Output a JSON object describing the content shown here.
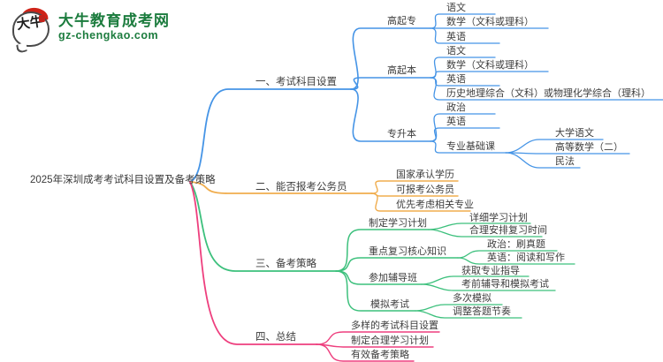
{
  "logo": {
    "icon_text": "大牛",
    "site_name": "大牛教育成考网",
    "site_url": "gz-chengkao.com"
  },
  "colors": {
    "branch_blue": "#4594e6",
    "branch_orange": "#f0ad4e",
    "branch_green": "#3cc07c",
    "branch_pink": "#ee3f7e",
    "brand_green": "#1c7c3e",
    "node_text": "#3d3d3d"
  },
  "mindmap": {
    "root": "2025年深圳成考考试科目设置及备考策略",
    "branches": [
      {
        "label": "一、考试科目设置",
        "children": [
          {
            "label": "高起专",
            "children": [
              {
                "label": "语文"
              },
              {
                "label": "数学（文科或理科）"
              },
              {
                "label": "英语"
              }
            ]
          },
          {
            "label": "高起本",
            "children": [
              {
                "label": "语文"
              },
              {
                "label": "数学（文科或理科）"
              },
              {
                "label": "英语"
              },
              {
                "label": "历史地理综合（文科）或物理化学综合（理科）"
              }
            ]
          },
          {
            "label": "专升本",
            "children": [
              {
                "label": "政治"
              },
              {
                "label": "英语"
              },
              {
                "label": "专业基础课",
                "children": [
                  {
                    "label": "大学语文"
                  },
                  {
                    "label": "高等数学（二）"
                  },
                  {
                    "label": "民法"
                  }
                ]
              }
            ]
          }
        ]
      },
      {
        "label": "二、能否报考公务员",
        "children": [
          {
            "label": "国家承认学历"
          },
          {
            "label": "可报考公务员"
          },
          {
            "label": "优先考虑相关专业"
          }
        ]
      },
      {
        "label": "三、备考策略",
        "children": [
          {
            "label": "制定学习计划",
            "children": [
              {
                "label": "详细学习计划"
              },
              {
                "label": "合理安排复习时间"
              }
            ]
          },
          {
            "label": "重点复习核心知识",
            "children": [
              {
                "label": "政治：刷真题"
              },
              {
                "label": "英语：阅读和写作"
              }
            ]
          },
          {
            "label": "参加辅导班",
            "children": [
              {
                "label": "获取专业指导"
              },
              {
                "label": "考前辅导和模拟考试"
              }
            ]
          },
          {
            "label": "模拟考试",
            "children": [
              {
                "label": "多次模拟"
              },
              {
                "label": "调整答题节奏"
              }
            ]
          }
        ]
      },
      {
        "label": "四、总结",
        "children": [
          {
            "label": "多样的考试科目设置"
          },
          {
            "label": "制定合理学习计划"
          },
          {
            "label": "有效备考策略"
          }
        ]
      }
    ]
  }
}
